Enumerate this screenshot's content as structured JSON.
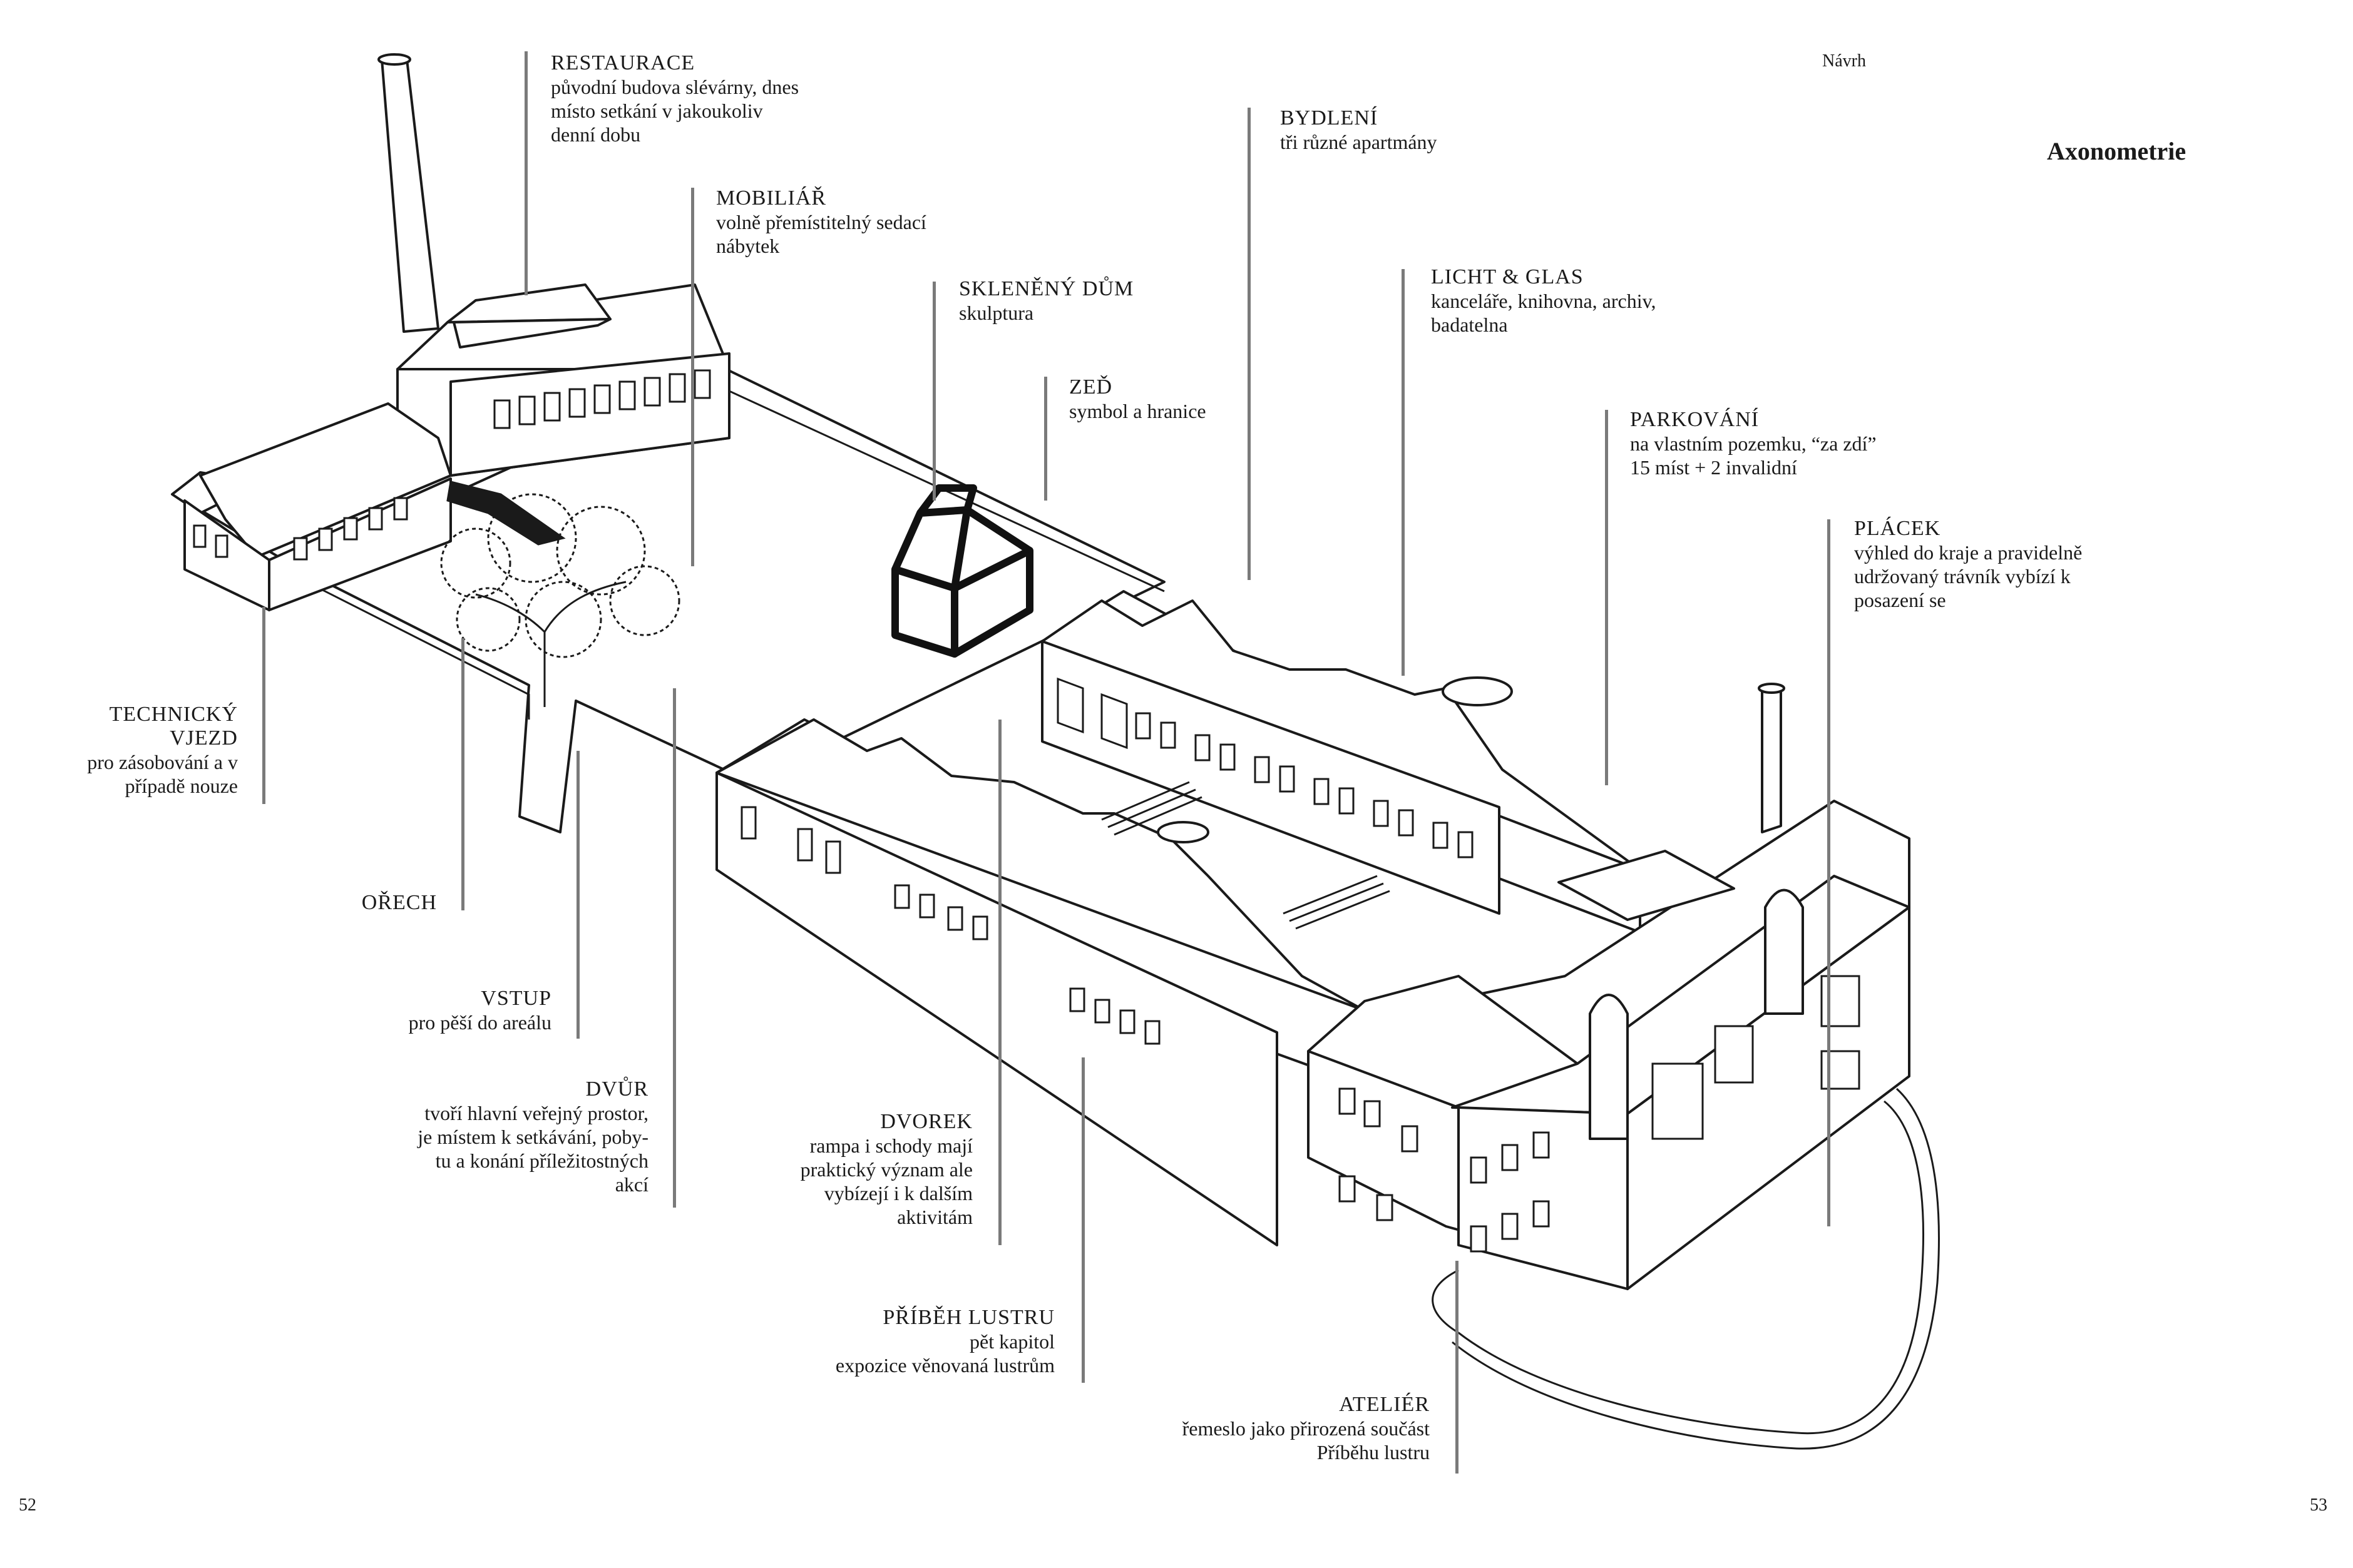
{
  "header": {
    "section": "Návrh",
    "title": "Axonometrie"
  },
  "pages": {
    "left": "52",
    "right": "53"
  },
  "labels": {
    "restaurace": {
      "title": "RESTAURACE",
      "lines": [
        "původní budova slévárny, dnes",
        "místo setkání v jakoukoliv",
        "denní dobu"
      ]
    },
    "mobiliar": {
      "title": "MOBILIÁŘ",
      "lines": [
        "volně přemístitelný sedací",
        "nábytek"
      ]
    },
    "skleneny_dum": {
      "title": "SKLENĚNÝ DŮM",
      "lines": [
        "skulptura"
      ]
    },
    "zed": {
      "title": "ZEĎ",
      "lines": [
        "symbol a hranice"
      ]
    },
    "bydleni": {
      "title": "BYDLENÍ",
      "lines": [
        "tři různé apartmány"
      ]
    },
    "licht_glas": {
      "title": "LICHT & GLAS",
      "lines": [
        "kanceláře, knihovna, archiv,",
        "badatelna"
      ]
    },
    "parkovani": {
      "title": "PARKOVÁNÍ",
      "lines": [
        "na vlastním pozemku, “za zdí”",
        "15 míst + 2 invalidní"
      ]
    },
    "placek": {
      "title": "PLÁCEK",
      "lines": [
        "výhled do kraje a pravidelně",
        "udržovaný trávník vybízí k",
        "posazení se"
      ]
    },
    "technicky_vjezd": {
      "title_lines": [
        "TECHNICKÝ",
        "VJEZD"
      ],
      "lines": [
        "pro zásobování a v",
        "případě nouze"
      ]
    },
    "orech": {
      "title": "OŘECH"
    },
    "vstup": {
      "title": "VSTUP",
      "lines": [
        "pro pěší do areálu"
      ]
    },
    "dvur": {
      "title": "DVŮR",
      "lines": [
        "tvoří hlavní veřejný prostor,",
        "je místem k setkávání, poby-",
        "tu a konání příležitostných",
        "akcí"
      ]
    },
    "dvorek": {
      "title": "DVOREK",
      "lines": [
        "rampa i schody mají",
        "praktický význam ale",
        "vybízejí i k dalším",
        "aktivitám"
      ]
    },
    "pribeh_lustru": {
      "title": "PŘÍBĚH LUSTRU",
      "lines": [
        "pět kapitol",
        "expozice věnovaná lustrům"
      ]
    },
    "atelier": {
      "title": "ATELIÉR",
      "lines": [
        "řemeslo jako přirozená součást",
        "Příběhu lustru"
      ]
    }
  }
}
